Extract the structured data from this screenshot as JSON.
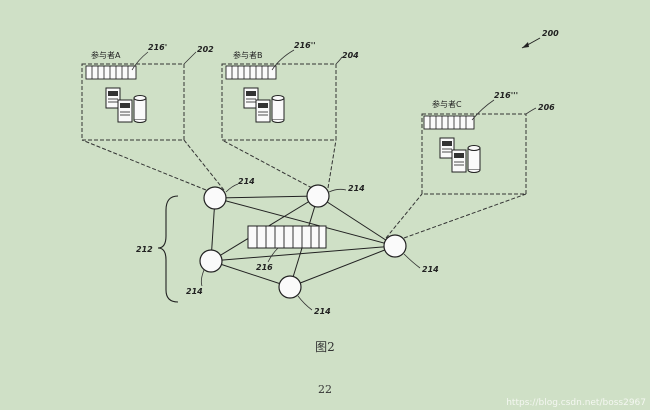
{
  "figure": {
    "number": "200",
    "caption": "图2",
    "page_number": "22",
    "participants": [
      {
        "id": "202",
        "name": "参与者A",
        "ledger": "216'"
      },
      {
        "id": "204",
        "name": "参与者B",
        "ledger": "216''"
      },
      {
        "id": "206",
        "name": "参与者C",
        "ledger": "216'''"
      }
    ],
    "network": {
      "ref": "212",
      "node_ref": "214",
      "shared_ledger": "216"
    }
  },
  "watermark": "https://blog.csdn.net/boss2967"
}
